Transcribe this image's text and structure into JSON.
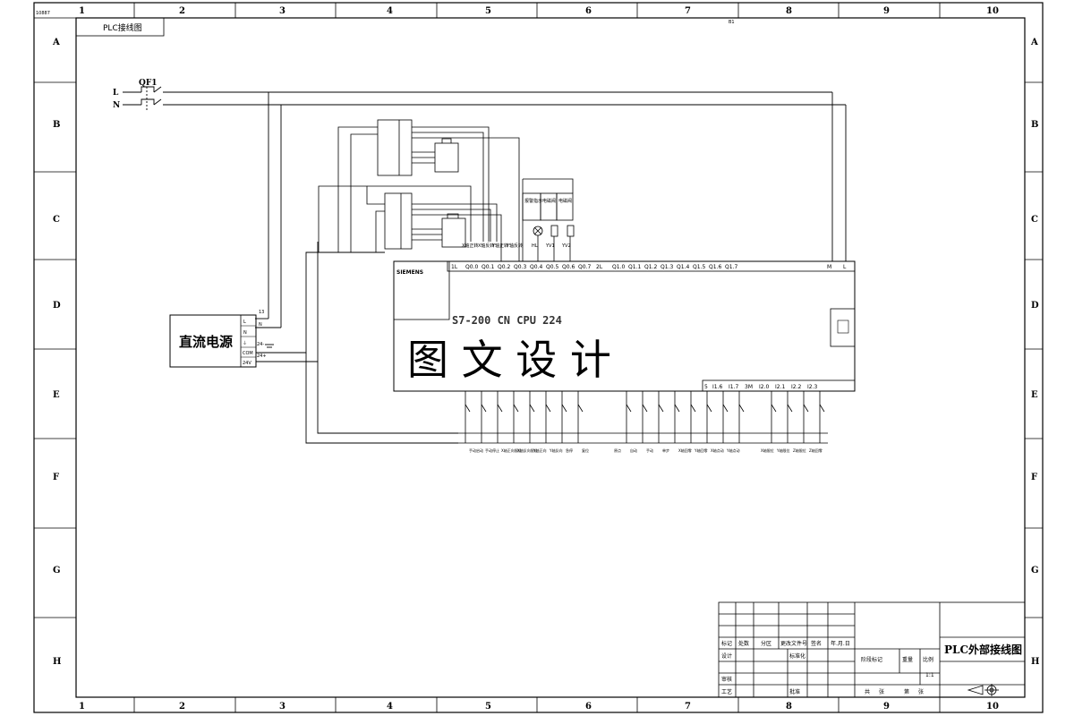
{
  "sheet": {
    "corner_code": "10887",
    "top_tab": "PLC接线图",
    "col_labels": [
      "1",
      "2",
      "3",
      "4",
      "5",
      "6",
      "7",
      "8",
      "9",
      "10"
    ],
    "row_labels": [
      "A",
      "B",
      "C",
      "D",
      "E",
      "F",
      "G",
      "H"
    ],
    "marker": "B1"
  },
  "power": {
    "breaker": "QF1",
    "line_l": "L",
    "line_n": "N"
  },
  "psu": {
    "title": "直流电源",
    "terminals": [
      "L",
      "N",
      "⏚",
      "COM",
      "24V"
    ],
    "wire_numbers": [
      "13",
      "N",
      "24-",
      "24+"
    ]
  },
  "plc": {
    "brand": "SIEMENS",
    "model_hint": "S7-200 CN    CPU 224",
    "top_terminals": [
      "1L",
      "Q0.0",
      "Q0.1",
      "Q0.2",
      "Q0.3",
      "Q0.4",
      "Q0.5",
      "Q0.6",
      "Q0.7",
      "2L",
      "Q1.0",
      "Q1.1",
      "Q1.2",
      "Q1.3",
      "Q1.4",
      "Q1.5",
      "Q1.6",
      "Q1.7"
    ],
    "top_right_terminals": [
      "M",
      "L"
    ],
    "bottom_terminals": [
      "I1.6",
      "I1.7",
      "3M",
      "I2.0",
      "I2.1",
      "I2.2",
      "I2.3"
    ],
    "bottom_left_label": "5"
  },
  "outputs": {
    "labels": [
      "报警指示",
      "电磁阀",
      "电磁阀",
      "X轴正转",
      "X轴反转",
      "Y轴正转",
      "Y轴反转"
    ],
    "devices": [
      "HL",
      "YV1",
      "YV2"
    ]
  },
  "inputs": {
    "labels": [
      "手动启动",
      "手动停止",
      "X轴正向限位",
      "X轴反向限位",
      "Y轴正向",
      "Y轴反向",
      "急停",
      "复位",
      "原点",
      "自动",
      "手动",
      "单步",
      "X轴回零",
      "Y轴回零",
      "X轴点动",
      "Y轴点动",
      "X轴限位",
      "Y轴限位",
      "Z轴限位",
      "Z轴回零"
    ]
  },
  "watermark": "图 文 设 计",
  "title_block": {
    "drawing_title": "PLC外部接线图",
    "row_labels": [
      "标记",
      "处数",
      "分区",
      "更改文件号",
      "签名",
      "年.月.日"
    ],
    "roles": [
      "设计",
      "审核",
      "工艺"
    ],
    "extra": [
      "标准化",
      "批准"
    ],
    "stage_labels": [
      "阶段标记",
      "重量",
      "比例"
    ],
    "scale": "1:1",
    "sheet_info": [
      "共",
      "张",
      "第",
      "张"
    ]
  }
}
